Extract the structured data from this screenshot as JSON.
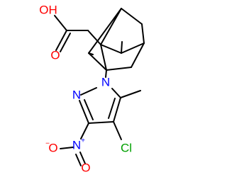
{
  "molecule": {
    "atoms": {
      "carboxyl_oh": {
        "text": "OH",
        "color": "#ff0000"
      },
      "carbonyl_o": {
        "text": "O",
        "color": "#ff0000"
      },
      "n1": {
        "text": "N",
        "color": "#0000ff"
      },
      "n2": {
        "text": "N",
        "color": "#0000ff"
      },
      "nitro_n": {
        "text": "N",
        "color": "#0000ff",
        "charge": "+"
      },
      "nitro_o_minus": {
        "text": "O",
        "color": "#ff0000",
        "charge": "−"
      },
      "nitro_o": {
        "text": "O",
        "color": "#ff0000"
      },
      "chlorine": {
        "text": "Cl",
        "color": "#00a000"
      }
    }
  }
}
